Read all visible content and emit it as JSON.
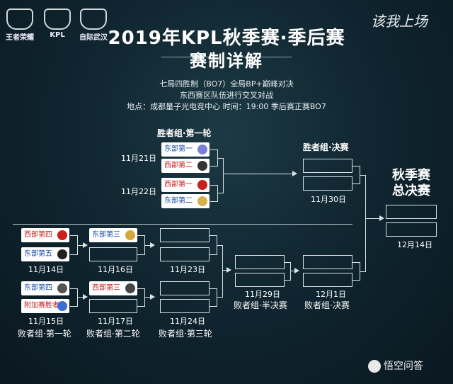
{
  "logos": [
    "王者荣耀",
    "KPL",
    "自际武汉"
  ],
  "slogan": "该我上场",
  "title": "2019年KPL秋季赛·季后赛",
  "subtitle": "赛制详解",
  "info": [
    "七局四胜制（BO7）全局BP+巅峰对决",
    "东西赛区队伍进行交叉对战",
    "地点：成都量子光电竞中心  时间：19:00 季后赛正赛BO7"
  ],
  "headers": {
    "winners_r1": "胜者组·第一轮",
    "winners_final": "胜者组·决赛",
    "finals_line1": "秋季赛",
    "finals_line2": "总决赛"
  },
  "dates": {
    "w1a": "11月21日",
    "w1b": "11月22日",
    "wf": "11月30日",
    "gf": "12月14日",
    "l1a": "11月14日",
    "l1b": "11月15日",
    "l2a": "11月16日",
    "l2b": "11月17日",
    "l3a": "11月23日",
    "l3b": "11月24日",
    "lsf": "11月29日",
    "lf": "12月1日"
  },
  "round_labels": {
    "l1": "败者组·第一轮",
    "l2": "败者组·第二轮",
    "l3": "败者组·第三轮",
    "lsf": "败者组·半决赛",
    "lf": "败者组·决赛"
  },
  "teams": {
    "w1": "东部第一",
    "w2": "西部第二",
    "w3": "西部第一",
    "w4": "东部第二",
    "l1": "西部第四",
    "l2": "东部第五",
    "l3": "东部第四",
    "l4": "附加赛胜者",
    "l5": "东部第三",
    "l6": "西部第三"
  },
  "watermark": "悟空问答",
  "colors": {
    "east": "#1a4ea8",
    "west": "#c91f1f",
    "line": "#d9e3e8"
  }
}
